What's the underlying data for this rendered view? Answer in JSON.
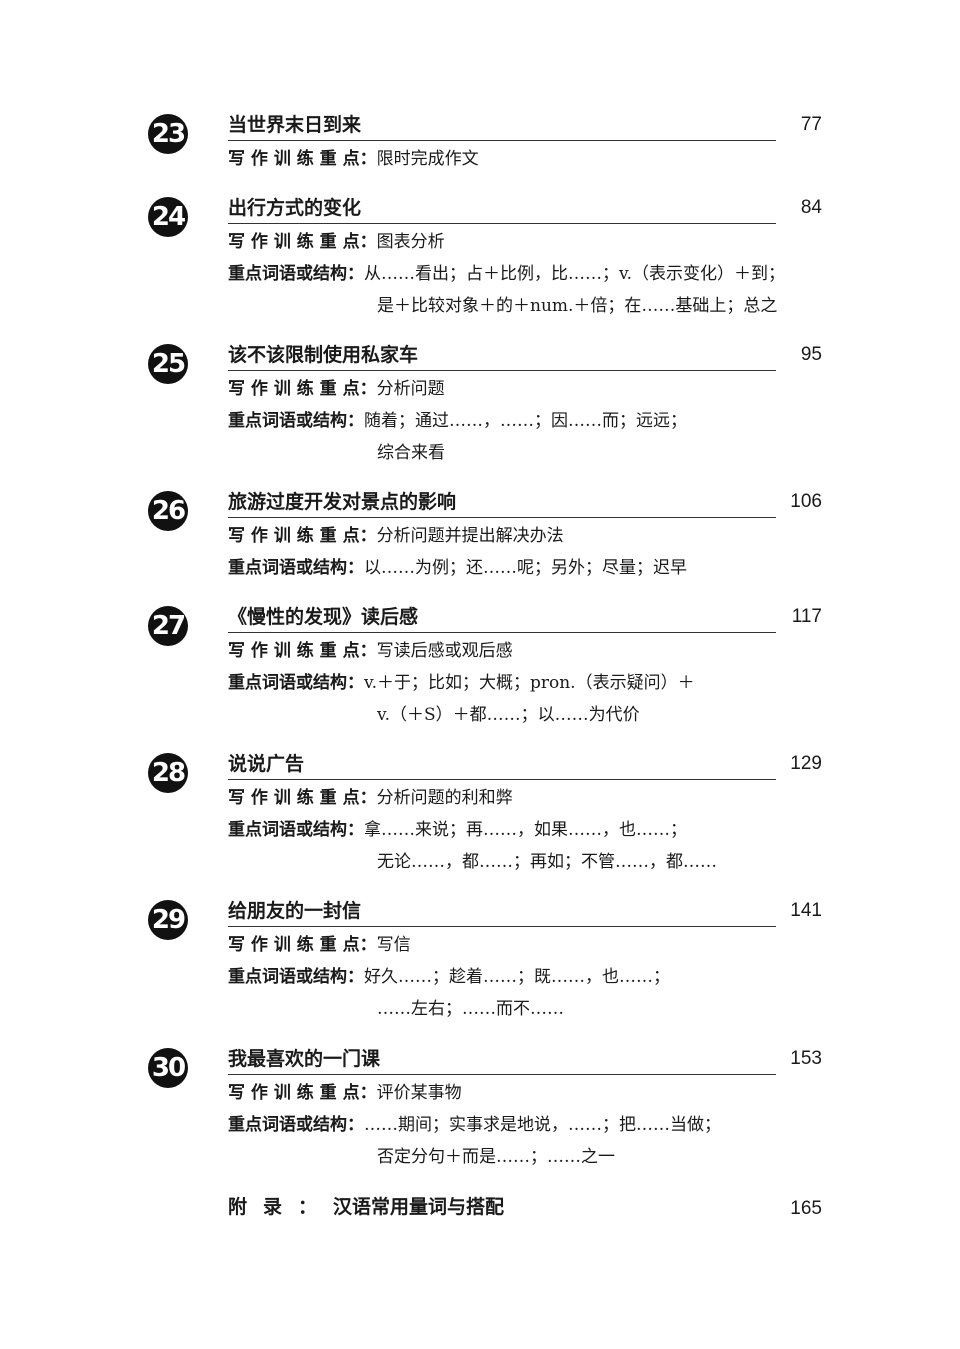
{
  "lessons": [
    {
      "number": "23",
      "title": "当世界末日到来",
      "page": "77",
      "training_label": "写 作 训 练 重 点：",
      "training": "限时完成作文"
    },
    {
      "number": "24",
      "title": "出行方式的变化",
      "page": "84",
      "training_label": "写 作 训 练 重 点：",
      "training": "图表分析",
      "keys_label": "重点词语或结构：",
      "keys": "从……看出；占＋比例，比……；v.（表示变化）＋到；",
      "keys2": "是＋比较对象＋的＋num.＋倍；在……基础上；总之"
    },
    {
      "number": "25",
      "title": "该不该限制使用私家车",
      "page": "95",
      "training_label": "写 作 训 练 重 点：",
      "training": "分析问题",
      "keys_label": "重点词语或结构：",
      "keys": "随着；通过……，……；因……而；远远；",
      "keys2": "综合来看"
    },
    {
      "number": "26",
      "title": "旅游过度开发对景点的影响",
      "page": "106",
      "training_label": "写 作 训 练 重 点：",
      "training": "分析问题并提出解决办法",
      "keys_label": "重点词语或结构：",
      "keys": "以……为例；还……呢；另外；尽量；迟早"
    },
    {
      "number": "27",
      "title": "《慢性的发现》读后感",
      "page": "117",
      "training_label": "写 作 训 练 重 点：",
      "training": "写读后感或观后感",
      "keys_label": "重点词语或结构：",
      "keys": "v.＋于；比如；大概；pron.（表示疑问）＋",
      "keys2": "v.（＋S）＋都……；以……为代价"
    },
    {
      "number": "28",
      "title": "说说广告",
      "page": "129",
      "training_label": "写 作 训 练 重 点：",
      "training": "分析问题的利和弊",
      "keys_label": "重点词语或结构：",
      "keys": "拿……来说；再……，如果……，也……；",
      "keys2": "无论……，都……；再如；不管……，都……"
    },
    {
      "number": "29",
      "title": "给朋友的一封信",
      "page": "141",
      "training_label": "写 作 训 练 重 点：",
      "training": "写信",
      "keys_label": "重点词语或结构：",
      "keys": "好久……；趁着……；既……，也……；",
      "keys2": "……左右；……而不……"
    },
    {
      "number": "30",
      "title": "我最喜欢的一门课",
      "page": "153",
      "training_label": "写 作 训 练 重 点：",
      "training": "评价某事物",
      "keys_label": "重点词语或结构：",
      "keys": "……期间；实事求是地说，……；把……当做；",
      "keys2": "否定分句＋而是……；……之一"
    }
  ],
  "appendix": {
    "prefix": "附录：",
    "title": "汉语常用量词与搭配",
    "page": "165"
  }
}
